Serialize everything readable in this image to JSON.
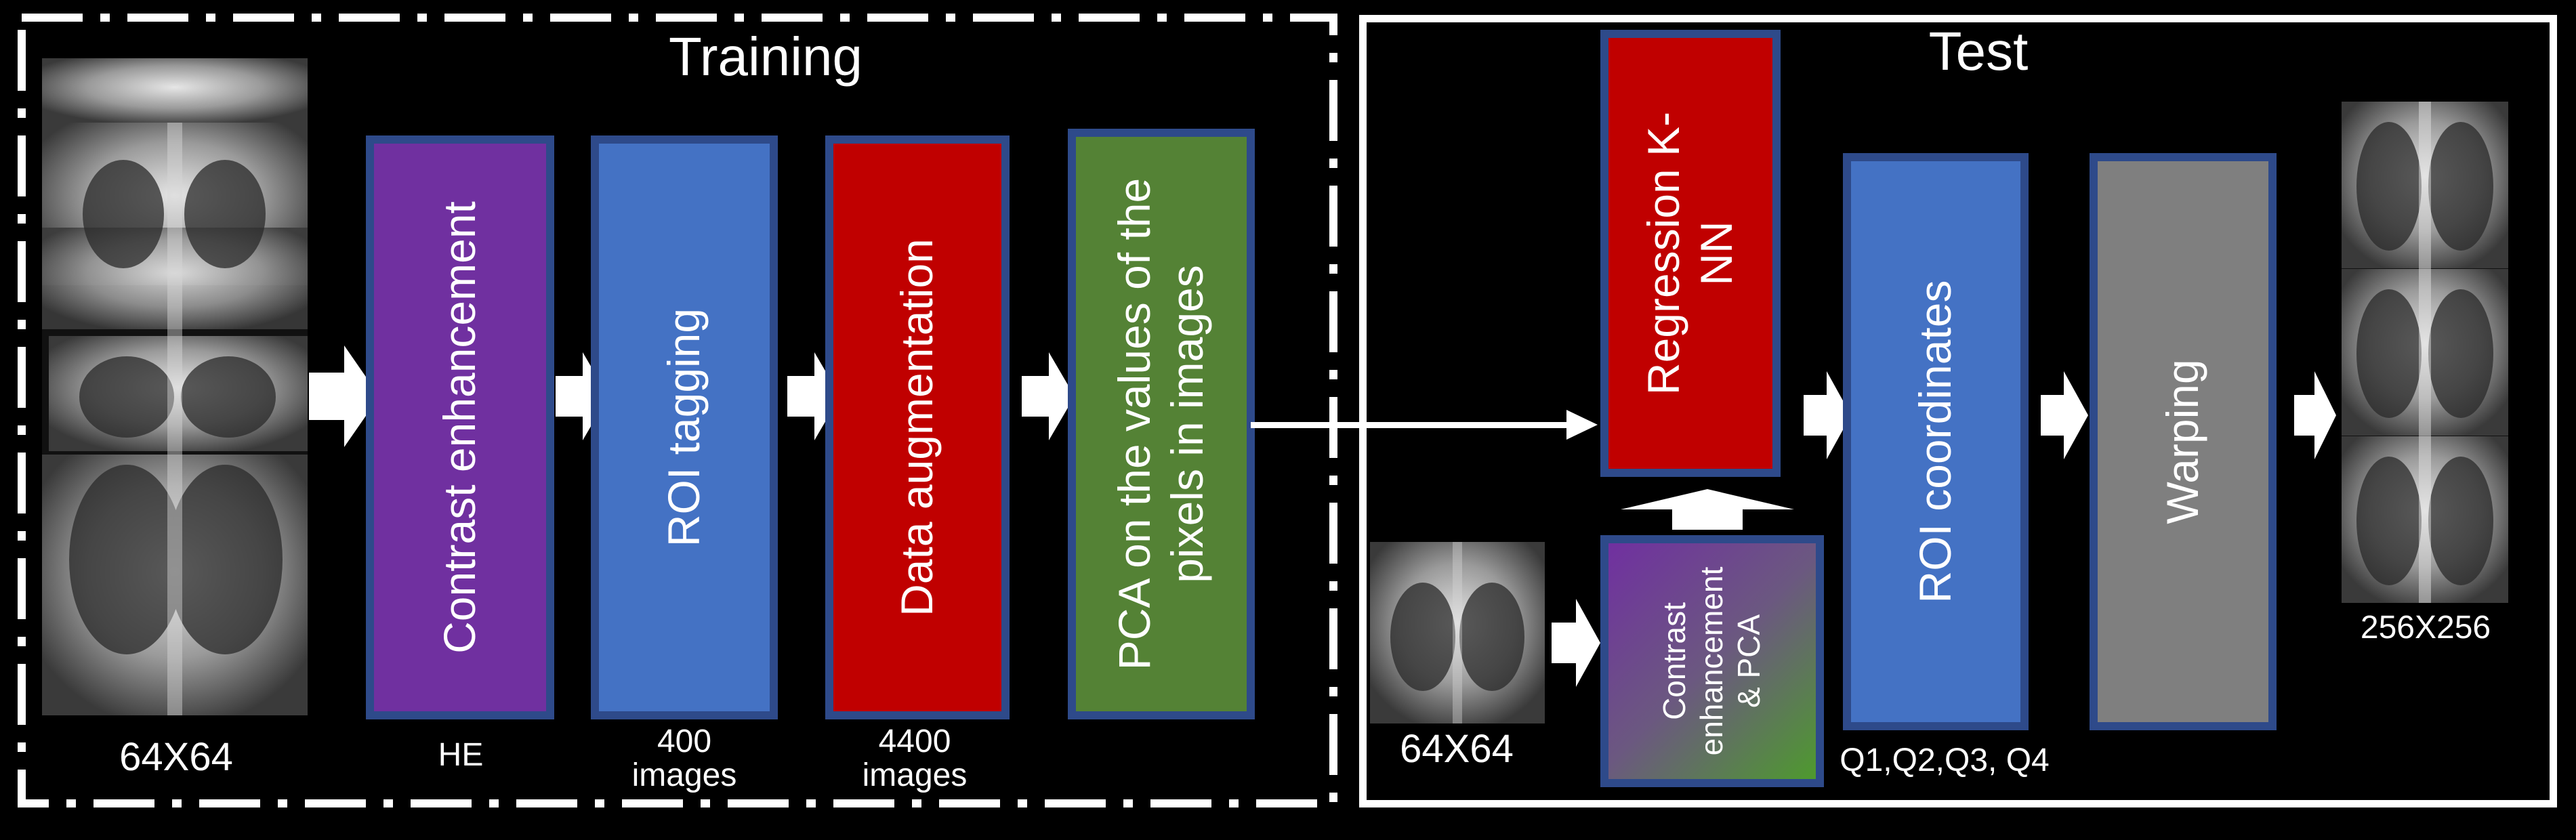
{
  "training": {
    "title": "Training",
    "input_caption": "64X64",
    "steps": [
      {
        "label": "Contrast enhancement",
        "caption": "HE",
        "color": "#7030a0"
      },
      {
        "label": "ROI tagging",
        "caption_line1": "400",
        "caption_line2": "images",
        "color": "#4472c4"
      },
      {
        "label": "Data augmentation",
        "caption_line1": "4400",
        "caption_line2": "images",
        "color": "#c00000"
      },
      {
        "label_line1": "PCA on the values of the",
        "label_line2": "pixels in images",
        "color": "#548235"
      }
    ]
  },
  "test": {
    "title": "Test",
    "input_caption": "64X64",
    "knn": {
      "label_line1": "Regression K-",
      "label_line2": "NN",
      "color": "#c00000"
    },
    "preproc": {
      "label_line1": "Contrast",
      "label_line2": "enhancement",
      "label_line3": "& PCA"
    },
    "roi": {
      "label": "ROI coordinates",
      "caption": "Q1,Q2,Q3, Q4",
      "color": "#4472c4"
    },
    "warping": {
      "label": "Warping",
      "color": "#7f7f7f"
    },
    "output_caption": "256X256"
  },
  "colors": {
    "frame": "#ffffff",
    "step_border": "#2e4a8a",
    "background": "#000000"
  }
}
